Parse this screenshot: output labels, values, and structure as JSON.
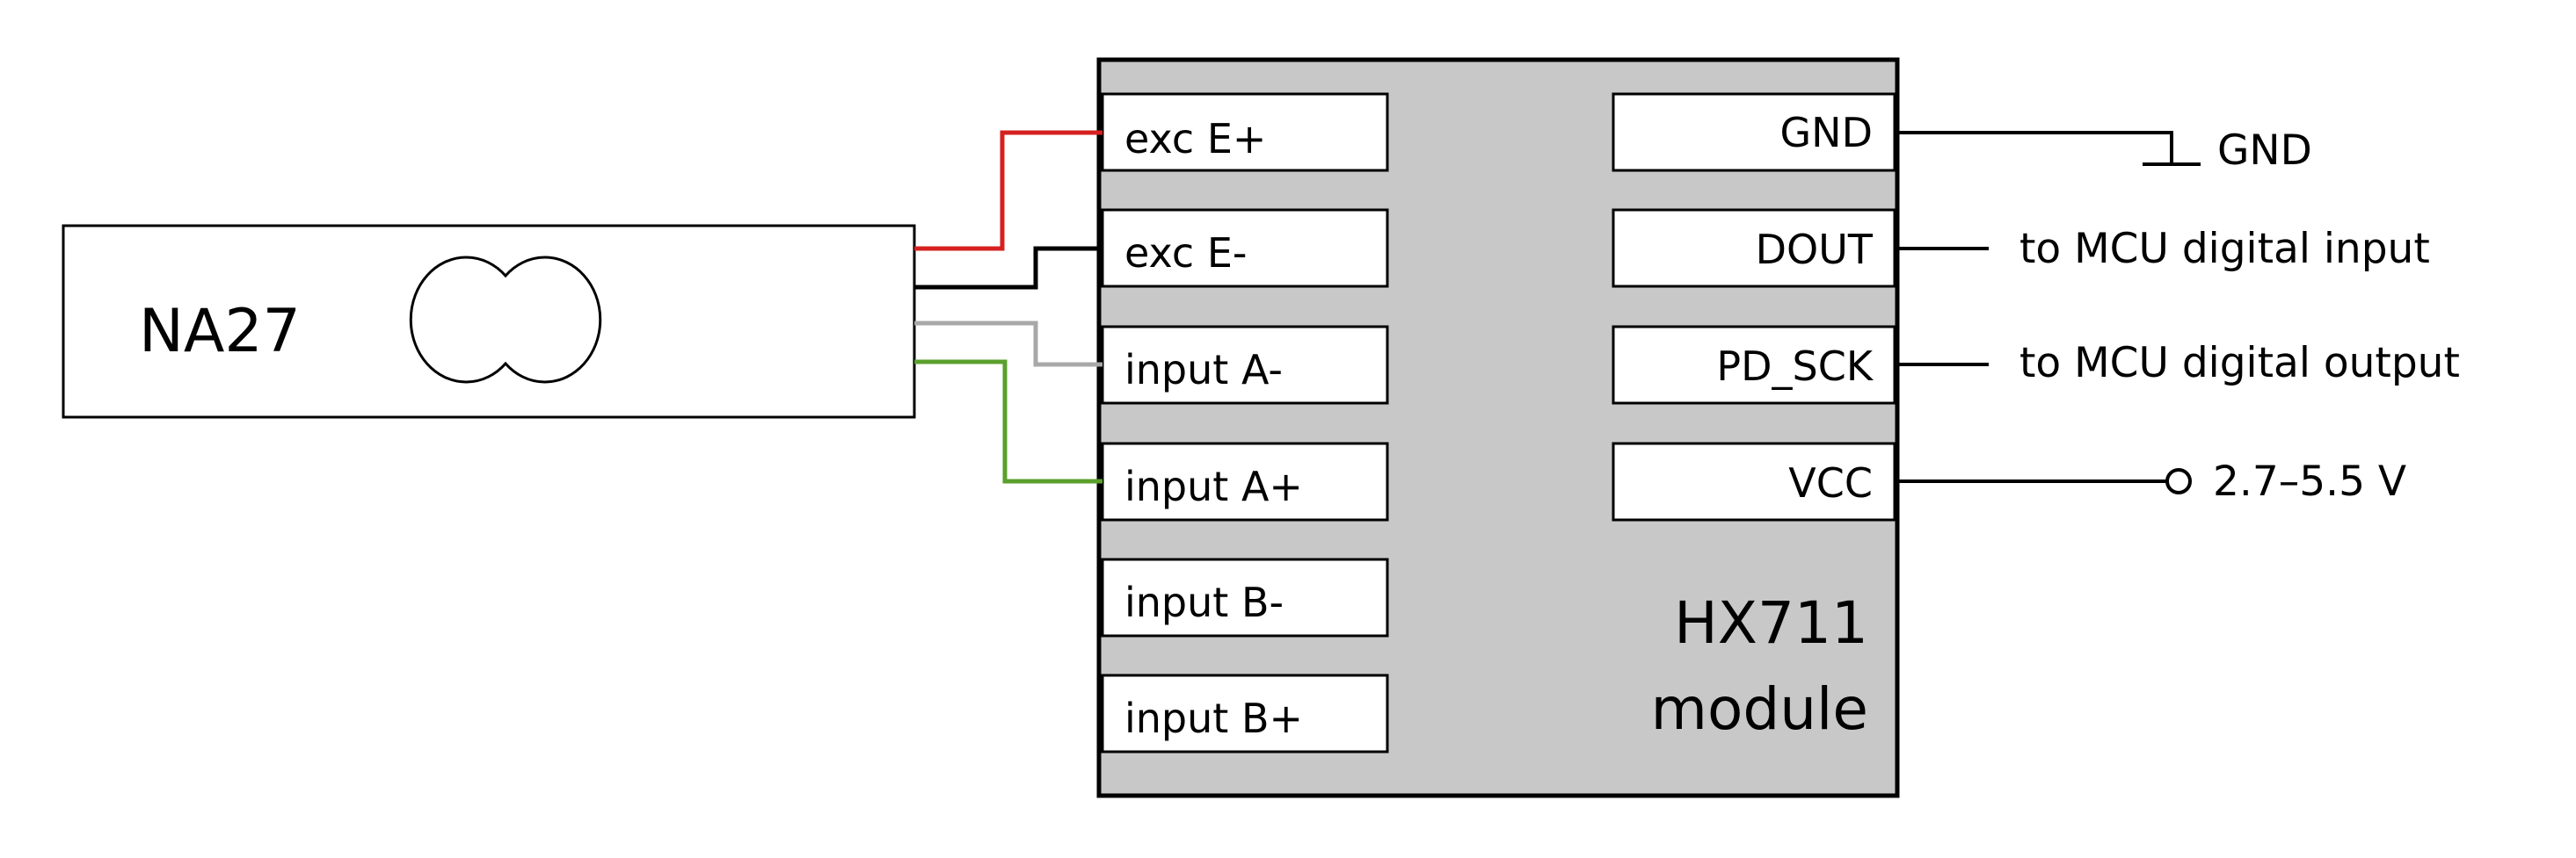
{
  "load_cell": {
    "name": "NA27"
  },
  "module": {
    "title_line1": "HX711",
    "title_line2": "module",
    "left_pins": [
      {
        "label": "exc E+",
        "wire_color": "#d62020"
      },
      {
        "label": "exc E-",
        "wire_color": "#000000"
      },
      {
        "label": "input A-",
        "wire_color": "#a8a8a8"
      },
      {
        "label": "input A+",
        "wire_color": "#5aa02c"
      },
      {
        "label": "input B-",
        "wire_color": ""
      },
      {
        "label": "input B+",
        "wire_color": ""
      }
    ],
    "right_pins": [
      {
        "label": "GND",
        "connection": "GND",
        "terminal": "ground-symbol"
      },
      {
        "label": "DOUT",
        "connection": "to MCU digital input",
        "terminal": "line"
      },
      {
        "label": "PD_SCK",
        "connection": "to MCU digital output",
        "terminal": "line"
      },
      {
        "label": "VCC",
        "connection": "2.7–5.5 V",
        "terminal": "open-circle"
      }
    ]
  },
  "colors": {
    "module_fill": "#c8c8c8",
    "pin_box_fill": "#ffffff",
    "outline": "#000000"
  }
}
